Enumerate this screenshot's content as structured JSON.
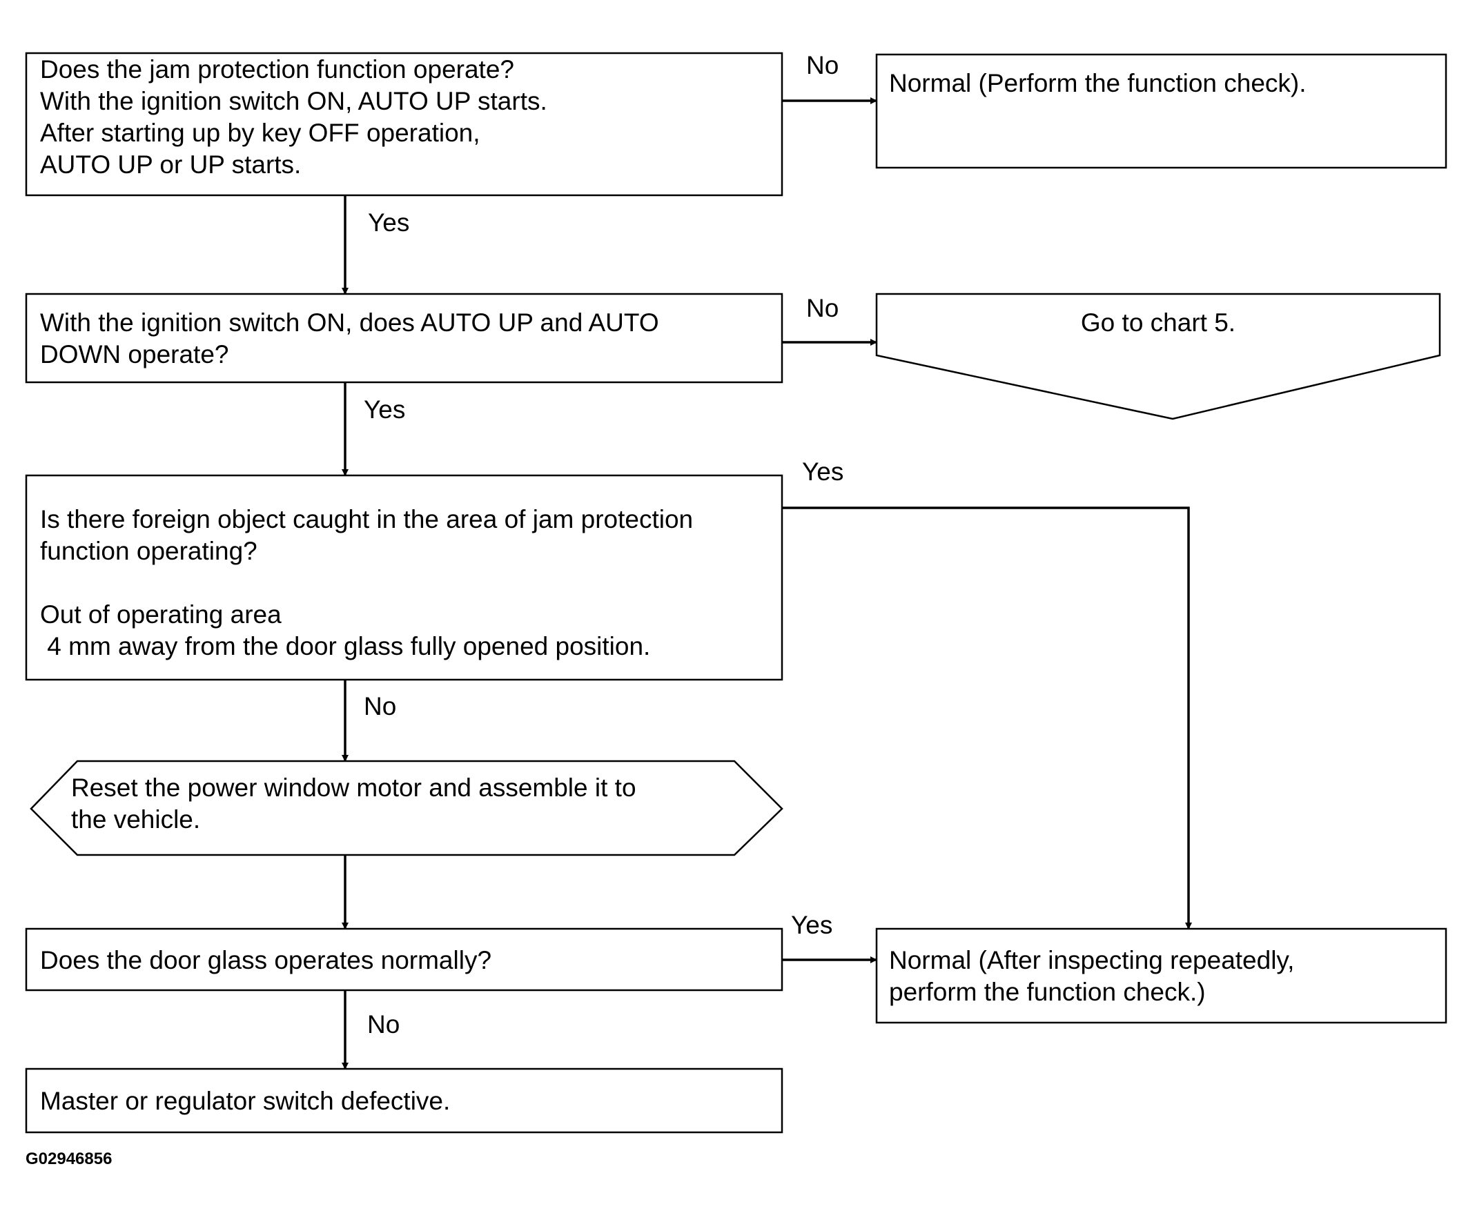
{
  "nodes": {
    "q1": {
      "lines": [
        "Does the jam protection function operate?",
        "With the ignition switch ON, AUTO UP starts.",
        "After starting up by key OFF operation,",
        "AUTO UP or UP starts."
      ]
    },
    "normal1": {
      "text": "Normal (Perform the function check)."
    },
    "q2": {
      "lines": [
        "With the ignition switch ON, does AUTO UP and AUTO",
        "DOWN operate?"
      ]
    },
    "chart5": {
      "text": "Go to chart 5."
    },
    "q3": {
      "lines": [
        "Is there foreign object caught in the area of jam protection",
        "function operating?",
        "",
        "Out of operating area",
        " 4 mm away from the door glass fully opened position."
      ]
    },
    "reset": {
      "lines": [
        "Reset the power window motor and assemble it to",
        "the vehicle."
      ]
    },
    "q4": {
      "text": "Does the door glass operates normally?"
    },
    "normal2": {
      "lines": [
        "Normal (After inspecting repeatedly,",
        "perform the function check.)"
      ]
    },
    "defect": {
      "text": "Master or regulator switch defective."
    }
  },
  "edges": {
    "q1_no": "No",
    "q1_yes": "Yes",
    "q2_no": "No",
    "q2_yes": "Yes",
    "q3_yes": "Yes",
    "q3_no": "No",
    "q4_yes": "Yes",
    "q4_no": "No"
  },
  "figure_code": "G02946856"
}
